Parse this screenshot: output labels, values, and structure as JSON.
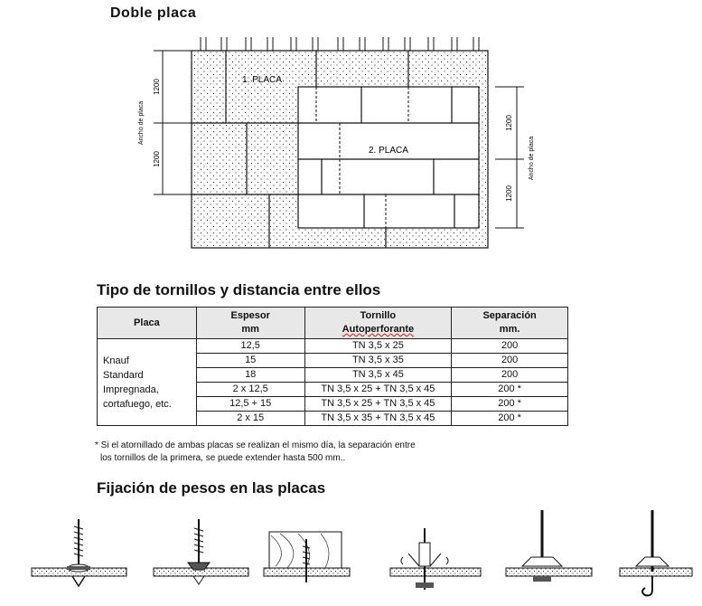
{
  "doble_placa": {
    "title": "Doble placa",
    "placa1": "1. PLACA",
    "placa2": "2. PLACA",
    "dim1": "1200",
    "dim2": "1200",
    "dim3": "1200",
    "dim4": "1200",
    "ancho_left": "Ancho de placa",
    "ancho_right": "Ancho de placa"
  },
  "tornillos": {
    "title": "Tipo de tornillos y distancia entre ellos",
    "headers": {
      "placa": "Placa",
      "espesor1": "Espesor",
      "espesor2": "mm",
      "tornillo1": "Tornillo",
      "tornillo2": "Autoperforante",
      "sep1": "Separación",
      "sep2": "mm."
    },
    "placa_names": [
      "Knauf",
      "Standard",
      "Impregnada,",
      "cortafuego, etc."
    ],
    "rows": [
      {
        "espesor": "12,5",
        "tornillo": "TN 3,5 x 25",
        "sep": "200"
      },
      {
        "espesor": "15",
        "tornillo": "TN 3,5 x 35",
        "sep": "200"
      },
      {
        "espesor": "18",
        "tornillo": "TN 3,5 x 45",
        "sep": "200"
      },
      {
        "espesor": "2 x 12,5",
        "tornillo": "TN 3,5 x 25 + TN 3,5 x 45",
        "sep": "200 *"
      },
      {
        "espesor": "12,5 + 15",
        "tornillo": "TN 3,5 x 25 + TN 3,5 x 45",
        "sep": "200 *"
      },
      {
        "espesor": "2 x 15",
        "tornillo": "TN 3,5 x 35 + TN 3,5 x 45",
        "sep": "200 *"
      }
    ],
    "note_line1": "* Si el atornillado de ambas placas se realizan el mismo día, la separación entre",
    "note_line2": "los tornillos de la primera, se puede extender hasta 500 mm.."
  },
  "fijacion": {
    "title": "Fijación de pesos en las placas"
  }
}
